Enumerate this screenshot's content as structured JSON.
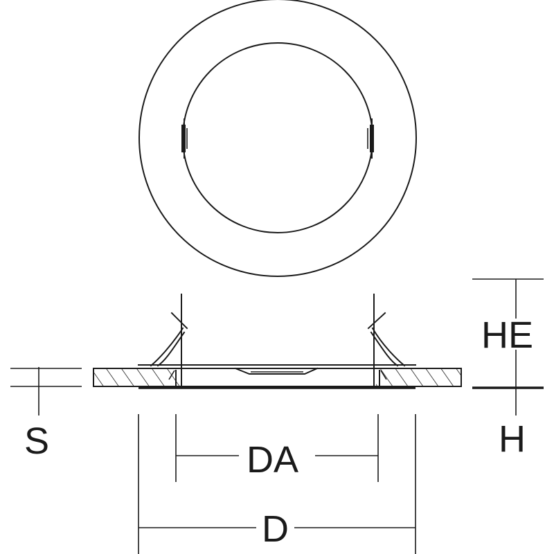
{
  "labels": {
    "he": "HE",
    "h": "H",
    "s": "S",
    "da": "DA",
    "d": "D"
  },
  "colors": {
    "line": "#1a1a1a",
    "background": "#ffffff"
  }
}
